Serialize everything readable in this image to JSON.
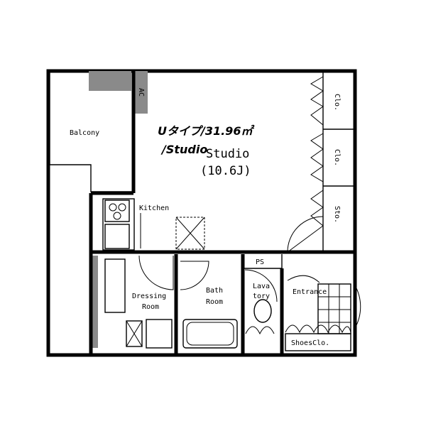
{
  "plan": {
    "type_title": "Uタイプ/31.96㎡",
    "type_subtitle": "/Studio",
    "studio_label": "Studio",
    "studio_size": "(10.6J)",
    "balcony": "Balcony",
    "kitchen": "Kitchen",
    "dressing_room_1": "Dressing",
    "dressing_room_2": "Room",
    "bath_room_1": "Bath",
    "bath_room_2": "Room",
    "lavatory_1": "Lava",
    "lavatory_2": "tory",
    "entrance": "Entrance",
    "shoes_closet": "ShoesClo.",
    "closet_1": "Clo.",
    "closet_2": "Clo.",
    "storage": "Sto.",
    "ps": "PS",
    "ac_mark": "AC"
  }
}
